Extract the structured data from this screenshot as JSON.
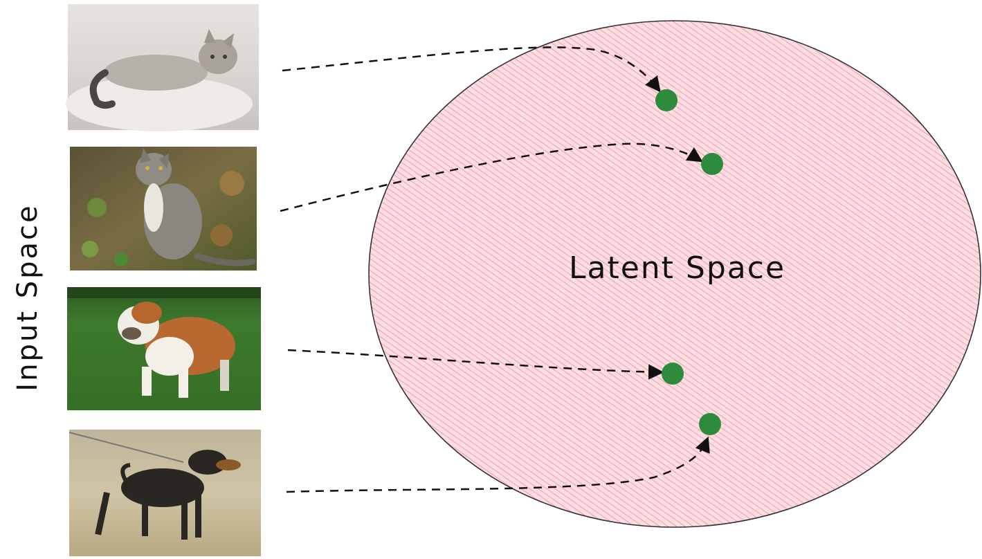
{
  "labels": {
    "input_space": "Input Space",
    "latent_space": "Latent Space"
  },
  "inputs": [
    {
      "subject": "cat"
    },
    {
      "subject": "cat"
    },
    {
      "subject": "dog"
    },
    {
      "subject": "dog"
    }
  ],
  "colors": {
    "latent_fill": "#fbdde2",
    "latent_hatch": "#f08a9c",
    "latent_outline": "#333333",
    "embedding_point": "#2e8b3e",
    "arrow": "#111111"
  }
}
